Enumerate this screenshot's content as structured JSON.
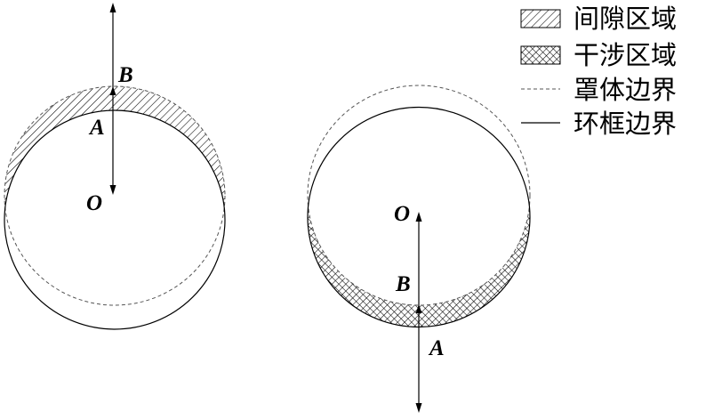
{
  "legend": {
    "gap_region": {
      "label": "间隙区域",
      "icon": "diagonal-hatch-icon"
    },
    "interference_region": {
      "label": "干涉区域",
      "icon": "cross-hatch-icon"
    },
    "cover_boundary": {
      "label": "罩体边界",
      "icon": "dashed-line-icon"
    },
    "ring_frame_boundary": {
      "label": "环框边界",
      "icon": "solid-line-icon"
    }
  },
  "left_figure": {
    "labels": {
      "o": "O",
      "a": "A",
      "b": "B"
    }
  },
  "right_figure": {
    "labels": {
      "o": "O",
      "a": "A",
      "b": "B"
    }
  },
  "colors": {
    "ink": "#000000",
    "dashed_boundary": "#555555",
    "background": "#ffffff"
  }
}
